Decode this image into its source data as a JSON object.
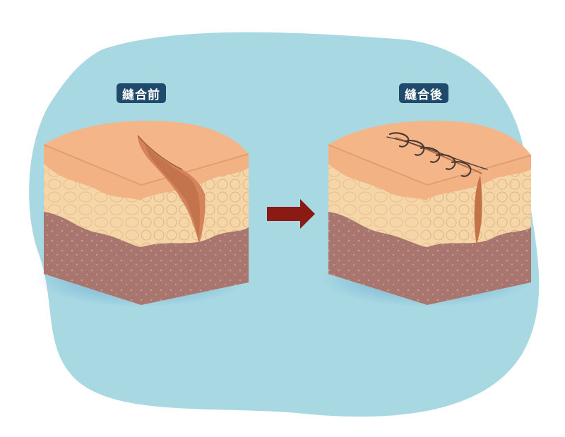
{
  "labels": {
    "before": "縫合前",
    "after": "縫合後"
  },
  "colors": {
    "background_blob": "#A8D8E2",
    "label_background": "#1F4A6B",
    "label_text": "#FFFFFF",
    "arrow": "#8B1A14",
    "epidermis": "#F2B283",
    "dermis": "#F4D6A8",
    "subcutis": "#A8766E",
    "wound": "#D4835B",
    "suture": "#4A3A35"
  },
  "diagram": {
    "panels": [
      {
        "name": "skin-before-suture",
        "label_key": "before",
        "state": "open wound"
      },
      {
        "name": "skin-after-suture",
        "label_key": "after",
        "state": "sutured wound"
      }
    ],
    "connector": "arrow-right",
    "suture_stitch_count": 5
  }
}
